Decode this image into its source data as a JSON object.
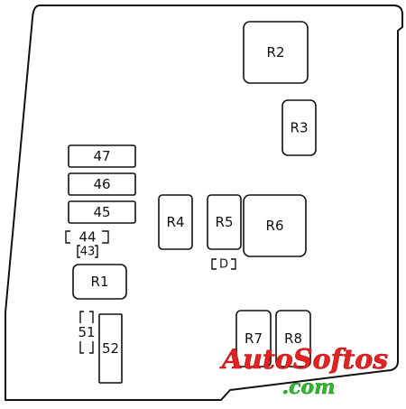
{
  "panel": {
    "fuse_47": "47",
    "fuse_46": "46",
    "fuse_45": "45",
    "fuse_44": "44",
    "fuse_43": "43",
    "fuse_51": "51",
    "fuse_52": "52",
    "diode": "D",
    "relay_r1": "R1",
    "relay_r2": "R2",
    "relay_r3": "R3",
    "relay_r4": "R4",
    "relay_r5": "R5",
    "relay_r6": "R6",
    "relay_r7": "R7",
    "relay_r8": "R8"
  },
  "watermark": {
    "line1": "AutoSoftos",
    "line2": ".com",
    "color_line1": "#e32222",
    "color_line2": "#2db82d"
  }
}
